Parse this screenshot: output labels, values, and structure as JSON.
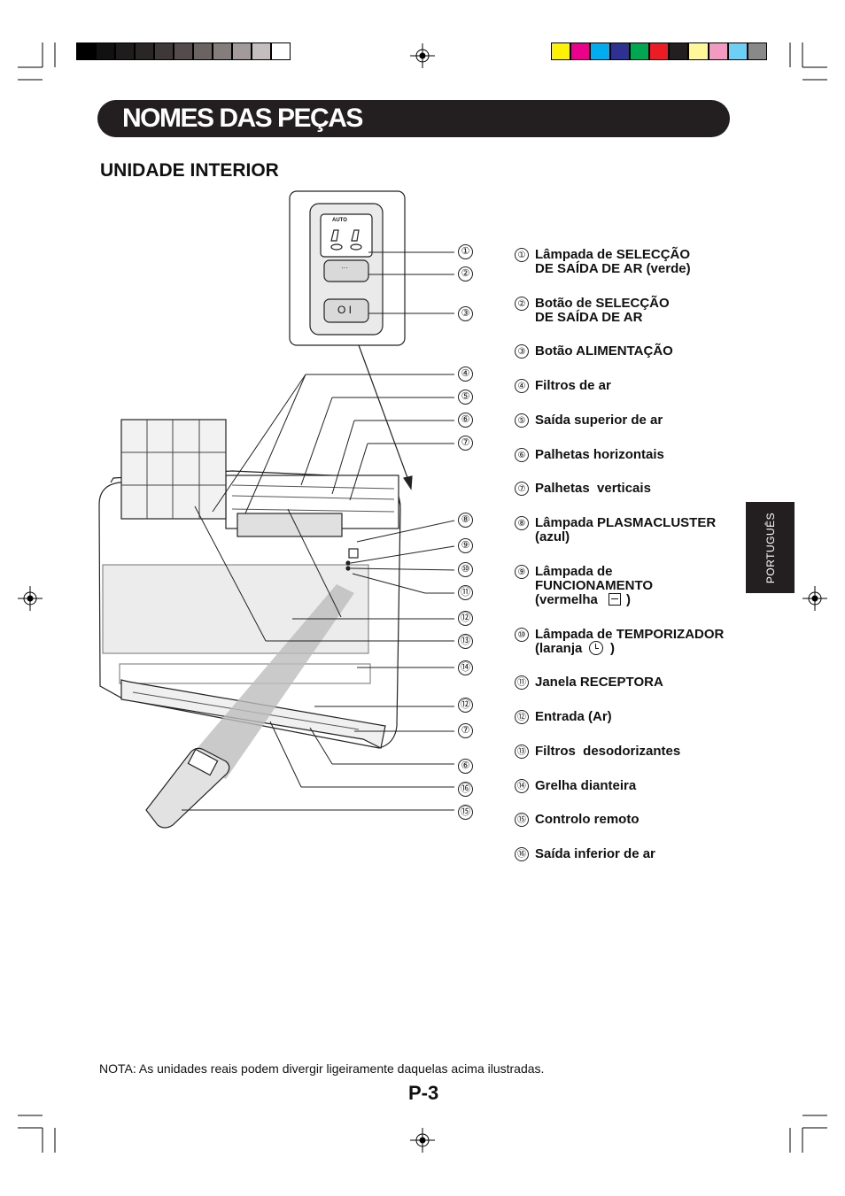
{
  "page": {
    "title": "NOMES DAS PEÇAS",
    "section_title": "UNIDADE INTERIOR",
    "side_tab": "PORTUGUÊS",
    "note": "NOTA: As unidades reais podem divergir ligeiramente daquelas acima ilustradas.",
    "page_number": "P-3"
  },
  "panel": {
    "auto_label": "AUTO",
    "power_symbol": "O I",
    "button_dots": "···"
  },
  "parts": [
    {
      "num": "①",
      "text": "Lâmpada de SELECÇÃO\nDE SAÍDA DE AR (verde)"
    },
    {
      "num": "②",
      "text": "Botão de SELECÇÃO\nDE SAÍDA DE AR"
    },
    {
      "num": "③",
      "text": "Botão ALIMENTAÇÃO"
    },
    {
      "num": "④",
      "text": "Filtros de ar"
    },
    {
      "num": "⑤",
      "text": "Saída superior de ar"
    },
    {
      "num": "⑥",
      "text": "Palhetas horizontais"
    },
    {
      "num": "⑦",
      "text": "Palhetas  verticais"
    },
    {
      "num": "⑧",
      "text": "Lâmpada PLASMACLUSTER\n(azul)"
    },
    {
      "num": "⑨",
      "text": "Lâmpada de\nFUNCIONAMENTO\n(vermelha"
    },
    {
      "num": "⑩",
      "text": "Lâmpada de TEMPORIZADOR\n(laranja"
    },
    {
      "num": "⑪",
      "text": "Janela RECEPTORA"
    },
    {
      "num": "⑫",
      "text": "Entrada (Ar)"
    },
    {
      "num": "⑬",
      "text": "Filtros  desodorizantes"
    },
    {
      "num": "⑭",
      "text": "Grelha dianteira"
    },
    {
      "num": "⑮",
      "text": "Controlo remoto"
    },
    {
      "num": "⑯",
      "text": "Saída inferior de ar"
    }
  ],
  "callouts": [
    "①",
    "②",
    "③",
    "④",
    "⑤",
    "⑥",
    "⑦",
    "⑧",
    "⑨",
    "⑩",
    "⑪",
    "⑫",
    "⑬",
    "⑭",
    "⑫",
    "⑦",
    "⑥",
    "⑯",
    "⑮"
  ],
  "colors": {
    "title_bg": "#231f20",
    "gray_bar": [
      "#000000",
      "#111111",
      "#1e1c1c",
      "#2b2626",
      "#3f3838",
      "#544c4c",
      "#6b6262",
      "#857c7c",
      "#a39b9b",
      "#c4bebe",
      "#ffffff"
    ],
    "color_bar": [
      "#fff200",
      "#ec008c",
      "#00aeef",
      "#2e3192",
      "#00a651",
      "#ed1c24",
      "#231f20",
      "#fff799",
      "#f49ac1",
      "#6dcff6",
      "#898989"
    ]
  }
}
